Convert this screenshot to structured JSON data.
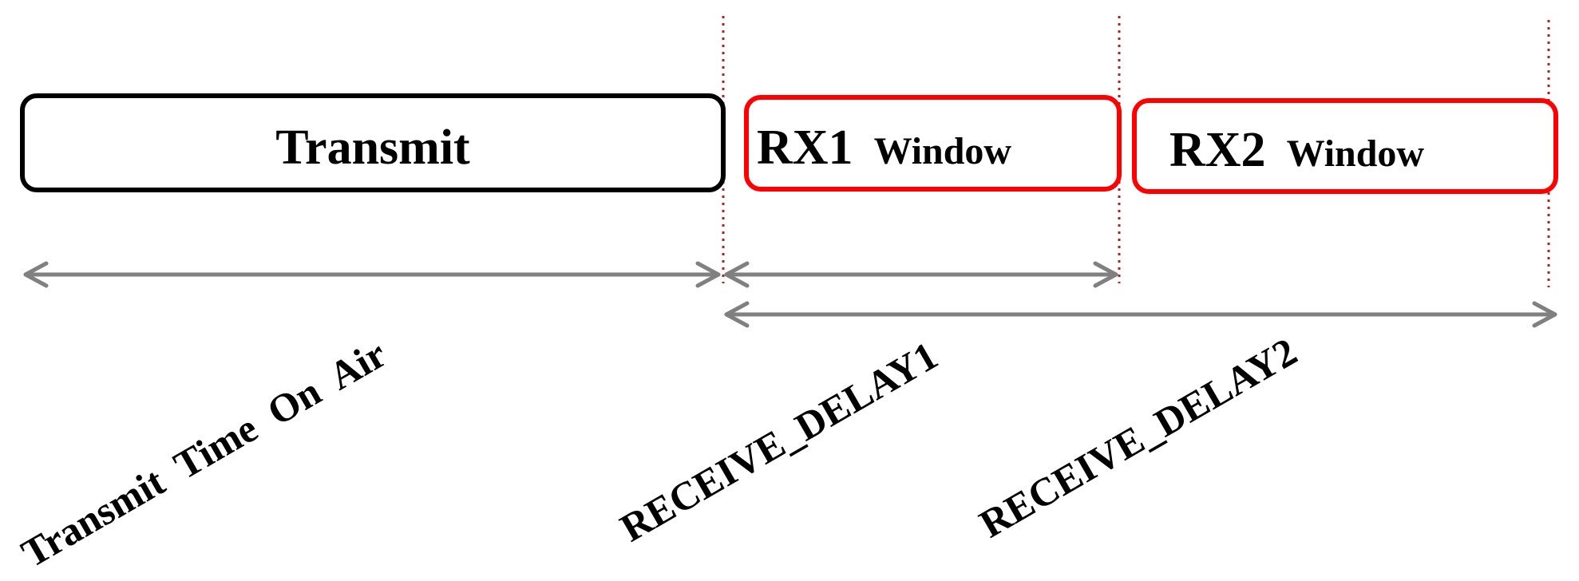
{
  "diagram": {
    "boxes": [
      {
        "id": "transmit",
        "label": "Transmit",
        "border": "#000000"
      },
      {
        "id": "rx1",
        "label_main": "RX1",
        "label_sub": "Window",
        "border": "#ff0000"
      },
      {
        "id": "rx2",
        "label_main": "RX2",
        "label_sub": "Window",
        "border": "#ff0000"
      }
    ],
    "intervals": [
      {
        "id": "toa",
        "label": "Transmit  Time  On  Air"
      },
      {
        "id": "rd1",
        "label": "RECEIVE_DELAY1"
      },
      {
        "id": "rd2",
        "label": "RECEIVE_DELAY2"
      }
    ],
    "colors": {
      "arrow": "#808080",
      "guide": "#b22222",
      "text": "#000000"
    }
  }
}
